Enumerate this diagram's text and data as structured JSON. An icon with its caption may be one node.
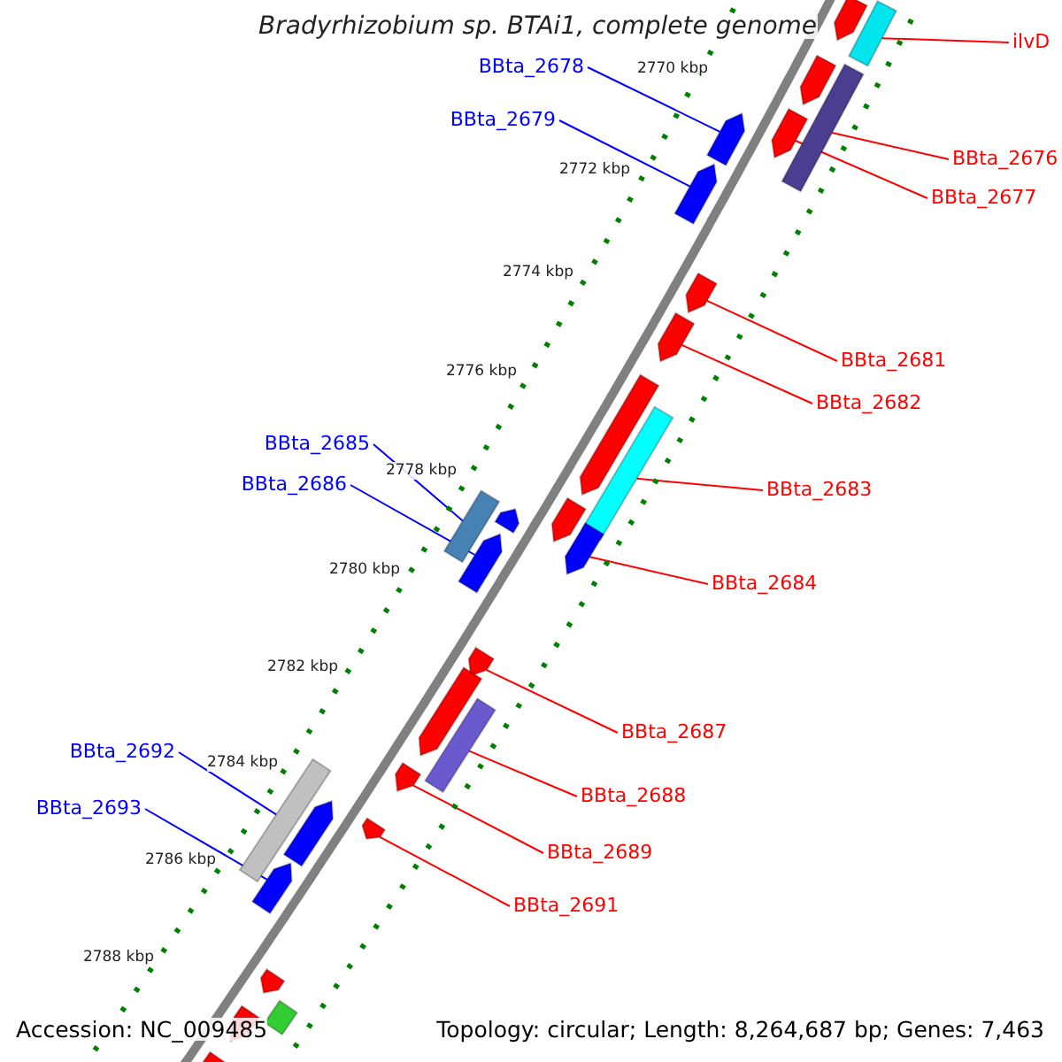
{
  "diagram": {
    "title": "Bradyrhizobium sp. BTAi1, complete genome",
    "nodes": [
      {
        "text": [
          "ilvD"
        ]
      },
      {
        "text": [
          "BBta_2678"
        ]
      },
      {
        "text": [
          "BBta_2679"
        ]
      },
      {
        "text": [
          "BBta_2676"
        ]
      },
      {
        "text": [
          "BBta_2677"
        ]
      },
      {
        "text": [
          "BBta_2681"
        ]
      },
      {
        "text": [
          "BBta_2682"
        ]
      },
      {
        "text": [
          "BBta_2685"
        ]
      },
      {
        "text": [
          "BBta_2686"
        ]
      },
      {
        "text": [
          "BBta_2683"
        ]
      },
      {
        "text": [
          "BBta_2684"
        ]
      },
      {
        "text": [
          "BBta_2687"
        ]
      },
      {
        "text": [
          "BBta_2692"
        ]
      },
      {
        "text": [
          "BBta_2688"
        ]
      },
      {
        "text": [
          "BBta_2693"
        ]
      },
      {
        "text": [
          "BBta_2689"
        ]
      },
      {
        "text": [
          "BBta_2691"
        ]
      },
      {
        "text": [],
        "shape": "arrow"
      },
      {
        "text": [],
        "shape": "box"
      },
      {
        "text": [],
        "shape": "arrow"
      },
      {
        "text": [],
        "shape": "box"
      },
      {
        "text": [],
        "shape": "arrow"
      },
      {
        "text": [],
        "shape": "arrow"
      },
      {
        "text": [],
        "shape": "arrow"
      },
      {
        "text": [],
        "shape": "arrow"
      },
      {
        "text": [],
        "shape": "arrow"
      },
      {
        "text": [],
        "shape": "arrow"
      },
      {
        "text": [],
        "shape": "box"
      },
      {
        "text": [],
        "shape": "arrow"
      },
      {
        "text": [],
        "shape": "arrow"
      },
      {
        "text": [],
        "shape": "arrow"
      },
      {
        "text": [],
        "shape": "box"
      },
      {
        "text": [],
        "shape": "arrow"
      },
      {
        "text": [],
        "shape": "arrow"
      },
      {
        "text": [],
        "shape": "arrow"
      },
      {
        "text": [],
        "shape": "box"
      },
      {
        "text": [],
        "shape": "arrow"
      },
      {
        "text": [],
        "shape": "arrow"
      },
      {
        "text": [],
        "shape": "box"
      },
      {
        "text": [],
        "shape": "arrow"
      },
      {
        "text": [],
        "shape": "arrow"
      },
      {
        "text": [],
        "shape": "arrow"
      },
      {
        "text": [],
        "shape": "box"
      },
      {
        "text": [],
        "shape": "arrow"
      },
      {
        "text": [],
        "shape": "arrow"
      }
    ],
    "edges": [
      {
        "from": 0,
        "to": 18,
        "arrow": "none"
      },
      {
        "from": 1,
        "to": 22,
        "arrow": "none",
        "color": "#0000ff"
      },
      {
        "from": 2,
        "to": 23,
        "arrow": "none",
        "color": "#0000ff"
      },
      {
        "from": 3,
        "to": 20,
        "arrow": "none"
      },
      {
        "from": 4,
        "to": 21,
        "arrow": "none"
      },
      {
        "from": 5,
        "to": 24,
        "arrow": "none"
      },
      {
        "from": 6,
        "to": 25,
        "arrow": "none"
      },
      {
        "from": 7,
        "to": 31,
        "arrow": "none",
        "color": "#0000ff"
      },
      {
        "from": 8,
        "to": 32,
        "arrow": "none",
        "color": "#0000ff"
      },
      {
        "from": 9,
        "to": 27,
        "arrow": "none"
      },
      {
        "from": 10,
        "to": 29,
        "arrow": "none"
      },
      {
        "from": 11,
        "to": 33,
        "arrow": "none"
      },
      {
        "from": 12,
        "to": 38,
        "arrow": "none",
        "color": "#0000ff"
      },
      {
        "from": 13,
        "to": 35,
        "arrow": "none"
      },
      {
        "from": 14,
        "to": 40,
        "arrow": "none",
        "color": "#0000ff"
      },
      {
        "from": 15,
        "to": 36,
        "arrow": "none"
      },
      {
        "from": 16,
        "to": 37,
        "arrow": "none"
      }
    ],
    "labels": [
      "2770 kbp",
      "2772 kbp",
      "2774 kbp",
      "2776 kbp",
      "2778 kbp",
      "2780 kbp",
      "2782 kbp",
      "2784 kbp",
      "2786 kbp",
      "2788 kbp",
      "Accession: NC_009485",
      "Topology: circular; Length: 8,264,687 bp; Genes: 7,463"
    ]
  }
}
